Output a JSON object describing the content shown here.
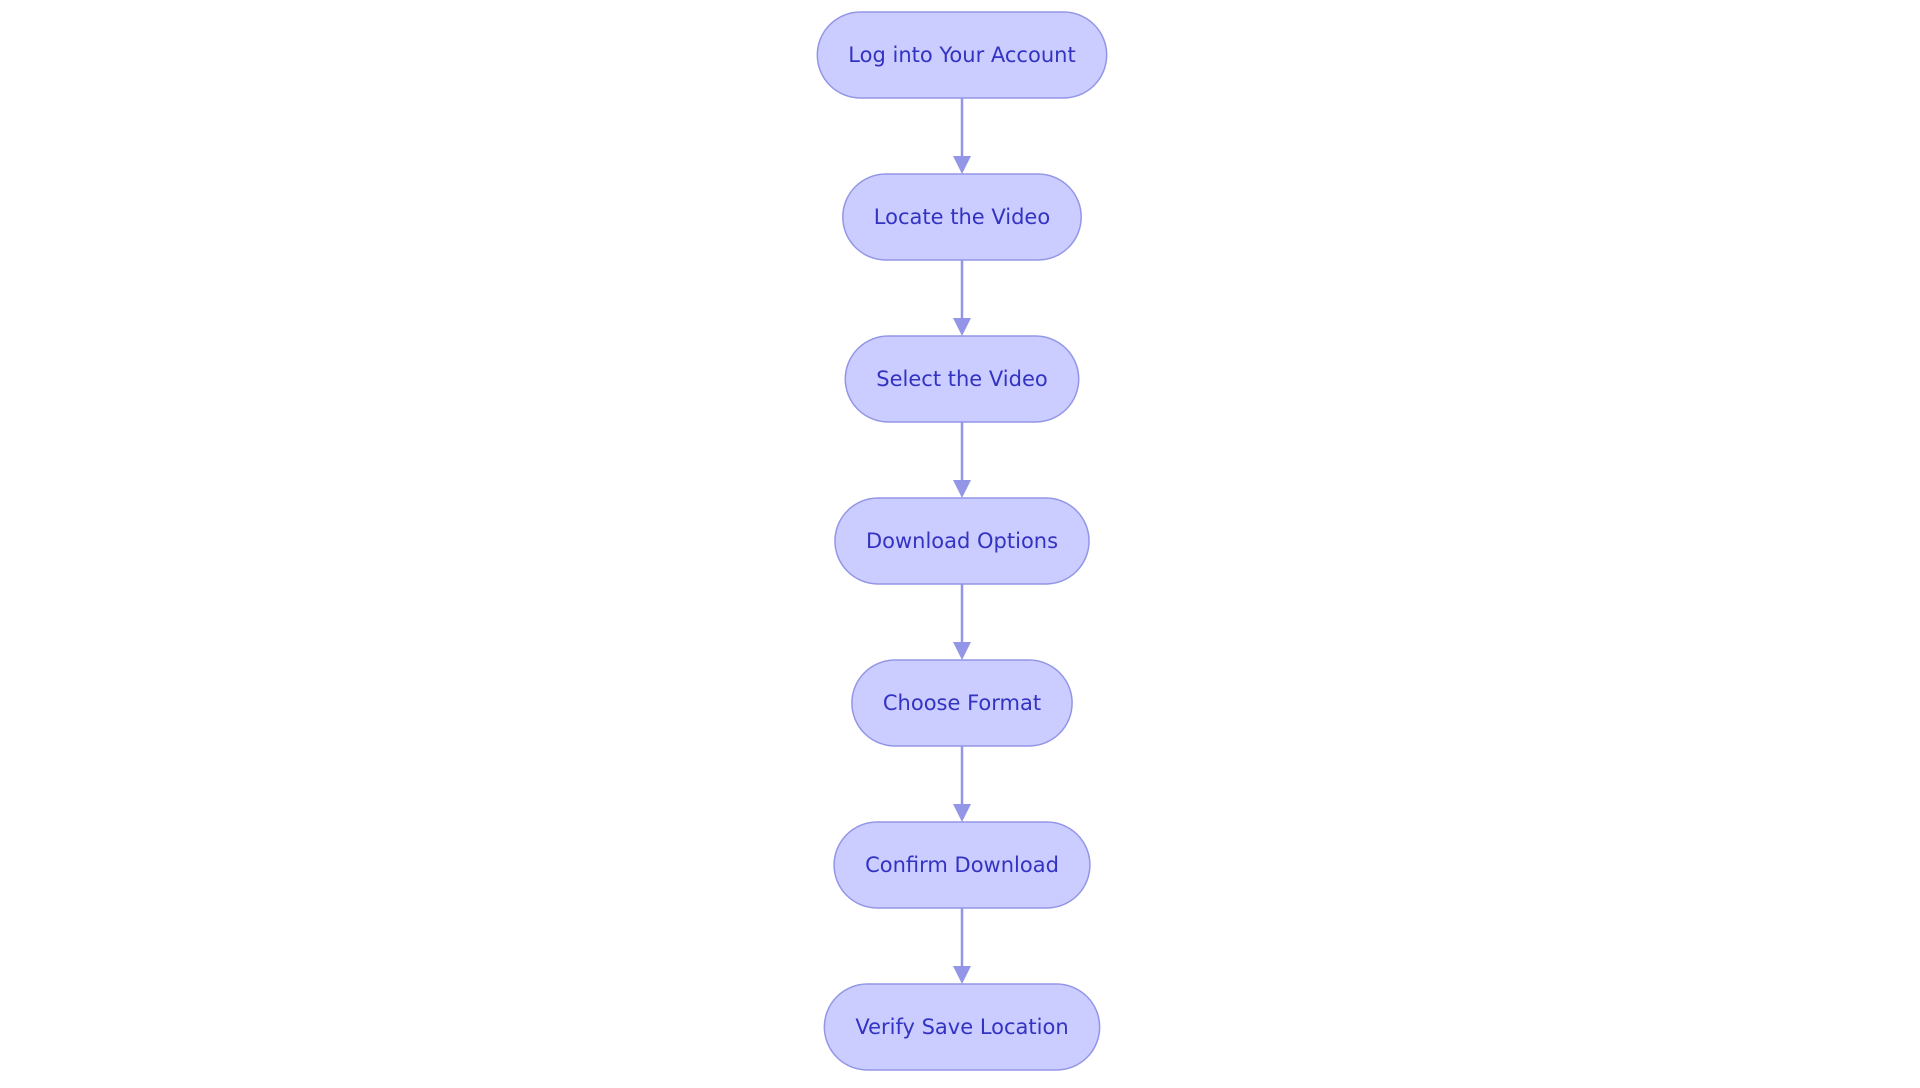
{
  "diagram": {
    "colors": {
      "node_fill": "#CBCCFF",
      "node_stroke": "#9396E6",
      "text": "#3333C2",
      "edge": "#9396E6",
      "background": "#FFFFFF"
    },
    "nodes": [
      {
        "id": "login",
        "label": "Log into Your Account"
      },
      {
        "id": "locate",
        "label": "Locate the Video"
      },
      {
        "id": "select",
        "label": "Select the Video"
      },
      {
        "id": "options",
        "label": "Download Options"
      },
      {
        "id": "format",
        "label": "Choose Format"
      },
      {
        "id": "confirm",
        "label": "Confirm Download"
      },
      {
        "id": "verify",
        "label": "Verify Save Location"
      }
    ],
    "edges": [
      {
        "from": "login",
        "to": "locate"
      },
      {
        "from": "locate",
        "to": "select"
      },
      {
        "from": "select",
        "to": "options"
      },
      {
        "from": "options",
        "to": "format"
      },
      {
        "from": "format",
        "to": "confirm"
      },
      {
        "from": "confirm",
        "to": "verify"
      }
    ]
  }
}
